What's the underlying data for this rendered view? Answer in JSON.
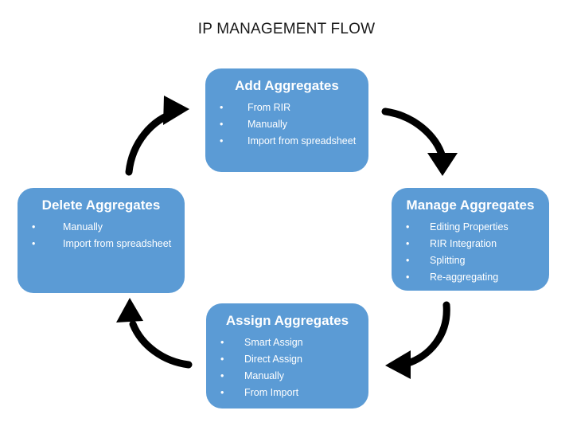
{
  "title": "IP MANAGEMENT FLOW",
  "theme": {
    "node_fill": "#5B9BD5",
    "node_text": "#FFFFFF",
    "title_text": "#1A1A1A",
    "arrow_color": "#000000",
    "background": "#FFFFFF"
  },
  "bullet_glyph": "•",
  "nodes": [
    {
      "id": "add",
      "title": "Add Aggregates",
      "items": [
        "From RIR",
        "Manually",
        "Import from spreadsheet"
      ]
    },
    {
      "id": "manage",
      "title": "Manage Aggregates",
      "items": [
        "Editing Properties",
        "RIR Integration",
        "Splitting",
        "Re-aggregating"
      ]
    },
    {
      "id": "assign",
      "title": "Assign Aggregates",
      "items": [
        "Smart Assign",
        "Direct Assign",
        "Manually",
        "From Import"
      ]
    },
    {
      "id": "delete",
      "title": "Delete Aggregates",
      "items": [
        "Manually",
        "Import from spreadsheet"
      ]
    }
  ],
  "arrows": [
    {
      "id": "add-to-manage",
      "from": "add",
      "to": "manage",
      "direction": "down"
    },
    {
      "id": "manage-to-assign",
      "from": "manage",
      "to": "assign",
      "direction": "left"
    },
    {
      "id": "assign-to-delete",
      "from": "assign",
      "to": "delete",
      "direction": "up"
    },
    {
      "id": "delete-to-add",
      "from": "delete",
      "to": "add",
      "direction": "right"
    }
  ]
}
